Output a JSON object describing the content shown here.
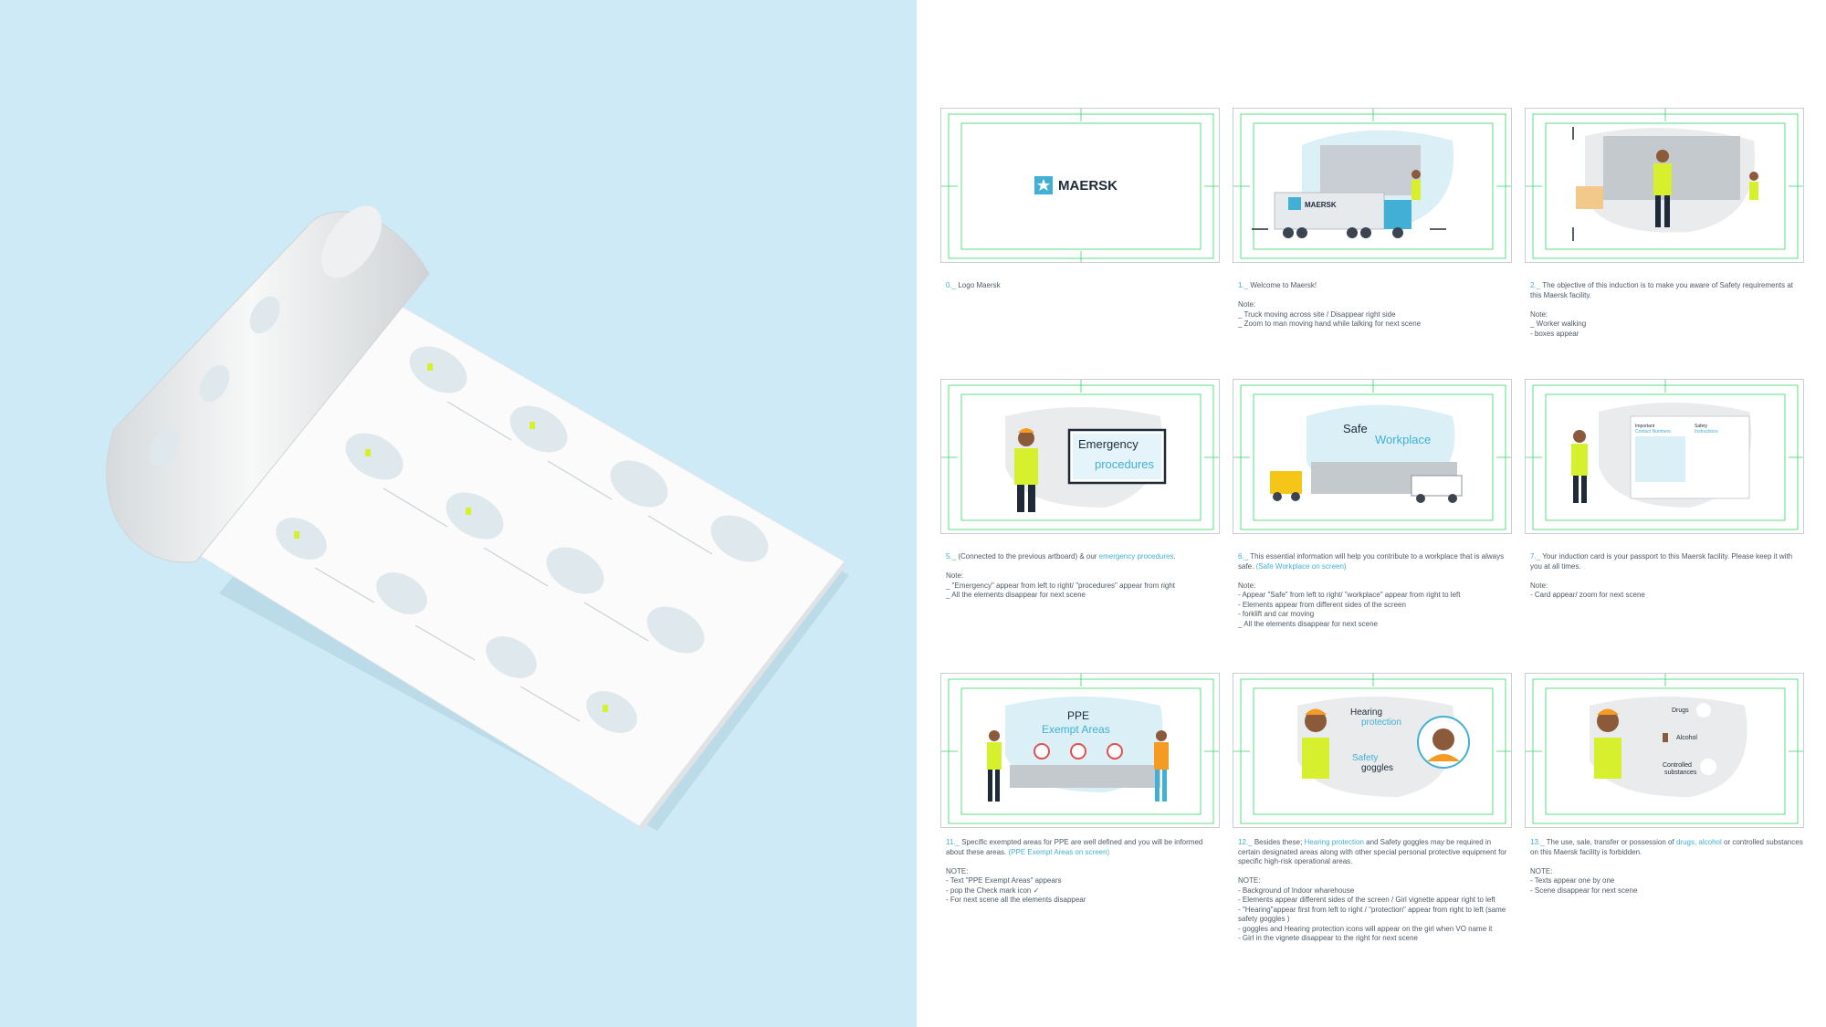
{
  "colors": {
    "accent": "#42b0d5",
    "guide": "#34d66a",
    "bg_left": "#cdeaf6",
    "text": "#4a5a66",
    "dark_navy": "#1e2a3a",
    "vest": "#d7f02e"
  },
  "brand": {
    "logo_text": "MAERSK",
    "icon": "maersk-star-icon"
  },
  "scenes": [
    {
      "num": "0",
      "text_before": "Logo Maersk",
      "highlight": "",
      "text_after": "",
      "note_label": "",
      "notes": []
    },
    {
      "num": "1",
      "text_before": "Welcome to Maersk!",
      "highlight": "",
      "text_after": "",
      "note_label": "Note:",
      "notes": [
        "_ Truck moving across site / Disappear right side",
        "_ Zoom to man moving hand while talking for next scene"
      ]
    },
    {
      "num": "2",
      "text_before": "The objective of this induction is to make you aware of Safety requirements at this Maersk facility.",
      "highlight": "",
      "text_after": "",
      "note_label": "Note:",
      "notes": [
        "_ Worker walking",
        "- boxes appear"
      ]
    },
    {
      "num": "5",
      "text_before": "(Connected to the previous artboard) & our ",
      "highlight": "emergency procedures",
      "text_after": ".",
      "note_label": "Note:",
      "notes": [
        "_ \"Emergency\" appear from left to right/ \"procedures\" appear from right",
        "_ All the elements disappear for next scene"
      ]
    },
    {
      "num": "6",
      "text_before": "This essential information will help you contribute to a workplace that is always safe. ",
      "highlight": "(Safe Workplace on screen)",
      "text_after": "",
      "note_label": "Note:",
      "notes": [
        "- Appear \"Safe\" from left to right/ \"workplace\" appear from right to left",
        "- Elements appear from different sides of the screen",
        "- forklift and car moving",
        "_ All the elements disappear for next scene"
      ]
    },
    {
      "num": "7",
      "text_before": "Your induction card is your passport to this Maersk facility. Please keep it with you at all times.",
      "highlight": "",
      "text_after": "",
      "note_label": "Note:",
      "notes": [
        "- Card appear/ zoom for next scene"
      ]
    },
    {
      "num": "11",
      "text_before": "Specific exempted areas for PPE are well defined and you will be informed about these areas. ",
      "highlight": "(PPE Exempt Areas on screen)",
      "text_after": "",
      "note_label": "NOTE:",
      "notes": [
        "- Text \"PPE Exempt Areas\" appears",
        "- pop the Check mark icon ✓",
        "-  For next scene all the elements disappear"
      ]
    },
    {
      "num": "12",
      "text_before": "Besides these; ",
      "highlight": "Hearing protection",
      "text_after": " and Safety goggles may be required in certain designated areas along with other special personal protective equipment for specific high-risk operational areas.",
      "note_label": "NOTE:",
      "notes": [
        "- Background of Indoor wharehouse",
        "- Elements appear different sides of the screen / Girl vignette appear right to left",
        "- \"Hearing\"appear  first from left to right / \"protection\" appear from right to left (same safety goggles )",
        "- goggles and Hearing protection icons will appear on the girl when VO name it",
        "- Girl in the vignete disappear to the right for next scene"
      ]
    },
    {
      "num": "13",
      "text_before": "The use, sale, transfer or possession of ",
      "highlight": "drugs, alcohol",
      "text_after": " or controlled substances on this Maersk facility is forbidden.",
      "note_label": "NOTE:",
      "notes": [
        "- Texts appear one by one",
        "- Scene disappear for next scene"
      ]
    }
  ],
  "frame_labels": {
    "s5_a": "Emergency",
    "s5_b": "procedures",
    "s6_a": "Safe",
    "s6_b": "Workplace",
    "s7_a": "Important",
    "s7_b": "Contact Numbers",
    "s7_c": "Safety",
    "s7_d": "Instructions",
    "s11_a": "PPE",
    "s11_b": "Exempt Areas",
    "s12_a": "Hearing",
    "s12_b": "protection",
    "s12_c": "Safety",
    "s12_d": "goggles",
    "s13_a": "Drugs",
    "s13_b": "Alcohol",
    "s13_c": "Controlled",
    "s13_d": "substances"
  }
}
